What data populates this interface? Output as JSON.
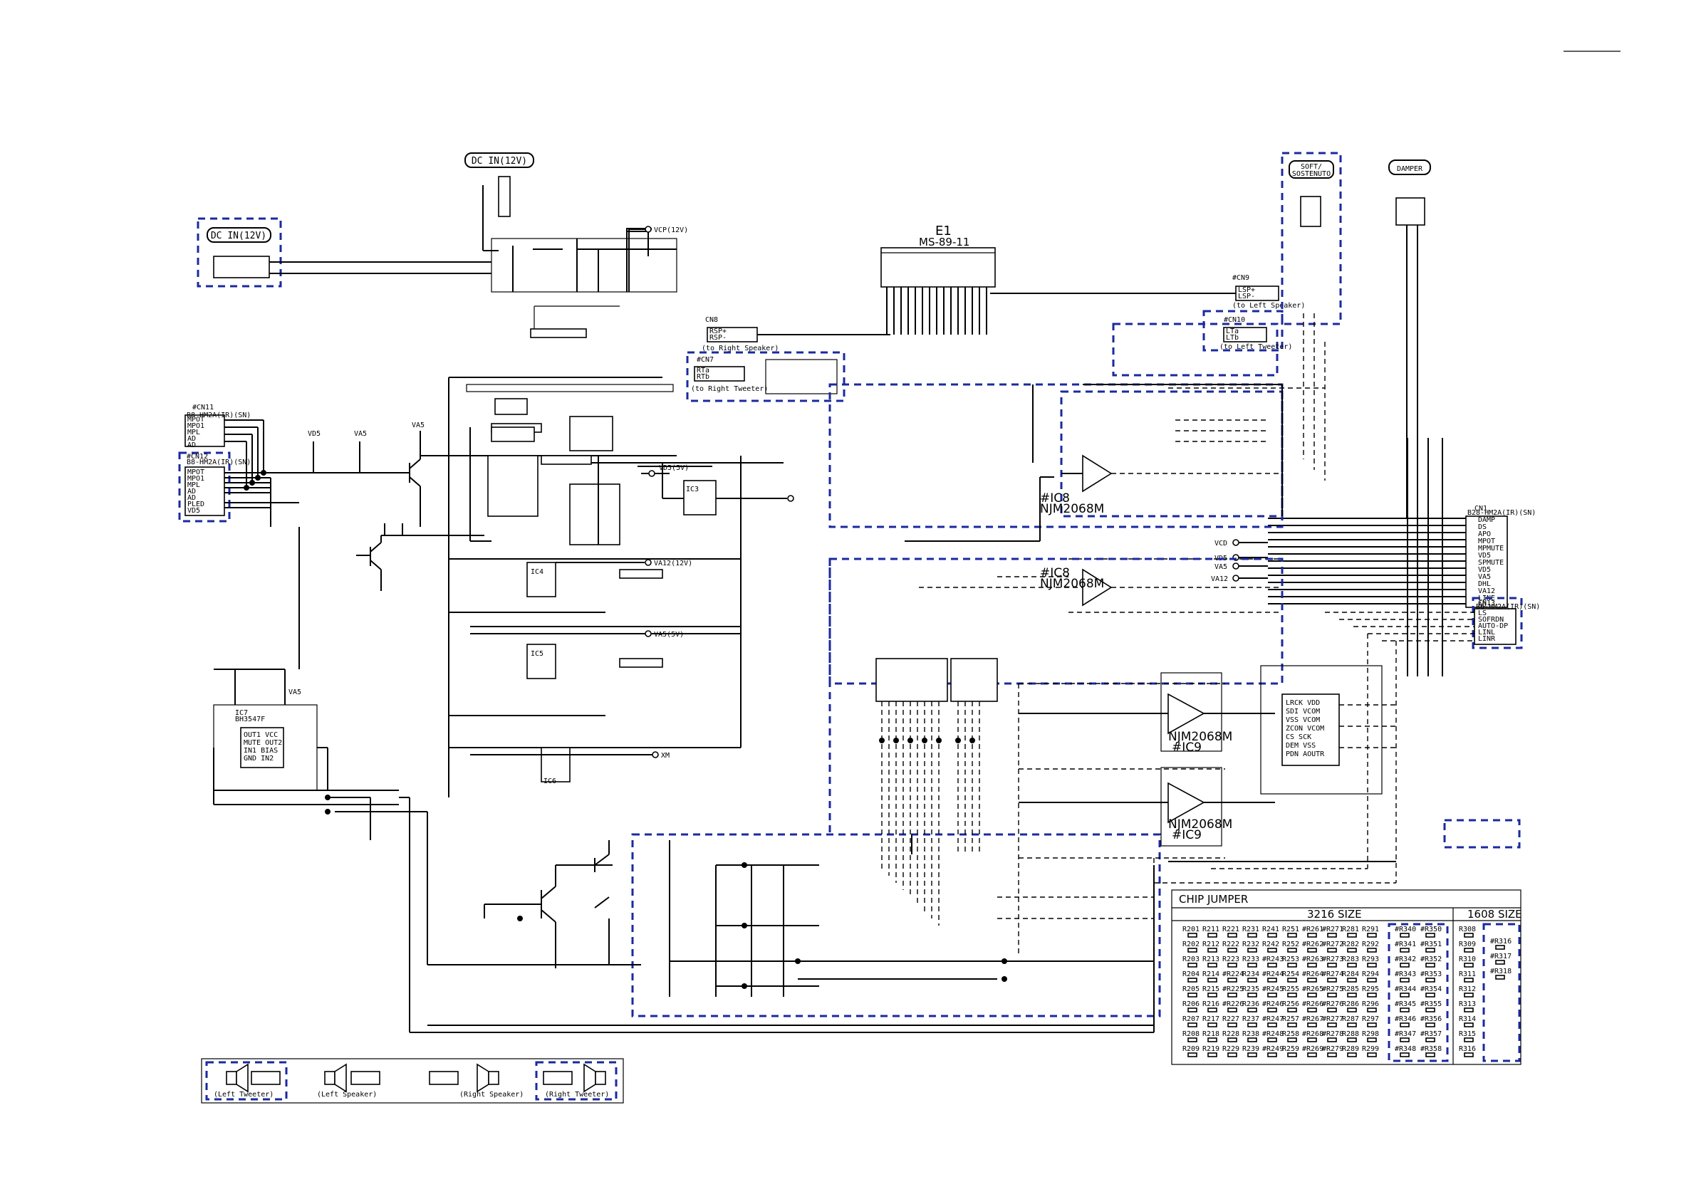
{
  "labels": {
    "dc_in_top": "DC IN(12V)",
    "dc_in_box": "DC IN(12V)",
    "soft_sostenuto": "SOFT/\nSOSTENUTO",
    "damper": "DAMPER",
    "e1": "E1",
    "ms_89": "MS-89-11",
    "ic8_top": "#IC8",
    "njm_top": "NJM2068M",
    "ic8_mid": "#IC8",
    "njm_mid": "NJM2068M",
    "ic9_a": "#IC9",
    "njm_a": "NJM2068M",
    "ic9_b": "#IC9",
    "njm_b": "NJM2068M",
    "chip_jumper": "CHIP JUMPER",
    "size_3216": "3216 SIZE",
    "size_1608": "1608 SIZE",
    "left_tweeter": "(Left Tweeter)",
    "left_speaker": "(Left Speaker)",
    "right_speaker": "(Right Speaker)",
    "right_tweeter": "(Right Tweeter)",
    "to_right_speaker": "(to Right Speaker)",
    "to_right_tweeter": "(to Right Tweeter)",
    "to_left_speaker": "(to Left Speaker)",
    "to_left_tweeter": "(to Left Tweeter)",
    "vcp_12v": "VCP(12V)",
    "vd5_5v": "VD5(5V)",
    "va12_12v": "VA12(12V)",
    "va5_5v": "VA5(5V)",
    "vcd_net": "VCD",
    "va5_net": "VA5",
    "vd5_net": "VD5",
    "va12_net": "VA12",
    "vd5_net2": "VD5",
    "va5_net2": "VA5",
    "xm": "XM",
    "va5_top": "VA5",
    "va5_left": "VA5",
    "vd5_left": "VD5",
    "va5_ic7": "VA5"
  },
  "connectors": {
    "cn11": {
      "name": "#CN11",
      "part": "B8-HM2A(IR)(SN)",
      "pins": [
        "MPOT",
        "MPO1",
        "MPL",
        "AD",
        "AD"
      ]
    },
    "cn12": {
      "name": "#CN12",
      "part": "B8-HM2A(IR)(SN)",
      "pins": [
        "MPOT",
        "MPO1",
        "MPL",
        "AD",
        "AD",
        "PLED",
        "VD5"
      ]
    },
    "cn1": {
      "name": "CN1",
      "part": "B28-HM2A(IR)(SN)",
      "pins": [
        "DAMP",
        "DS",
        "APO",
        "MPOT",
        "MPMUTE",
        "VD5",
        "SPMUTE",
        "VD5",
        "VA5",
        "DHL",
        "VA12",
        "LINE",
        "AD"
      ]
    },
    "cn13": {
      "name": "CN13",
      "part": "B6-HM2A(IR)(SN)",
      "pins": [
        "LS",
        "SOFRDN",
        "AUTO-DP",
        "LINL",
        "LINR"
      ]
    },
    "cn7": {
      "name": "#CN7",
      "pins": [
        "RTa",
        "RTb"
      ]
    },
    "cn8": {
      "name": "CN8",
      "pins": [
        "RSP+",
        "RSP-"
      ]
    },
    "cn9": {
      "name": "#CN9",
      "pins": [
        "LSP+",
        "LSP-"
      ]
    },
    "cn10": {
      "name": "#CN10",
      "pins": [
        "LTa",
        "LTb"
      ]
    }
  },
  "chip_jumper": {
    "cols_3216": [
      [
        "R201",
        "R202",
        "R203",
        "R204",
        "R205",
        "R206",
        "R207",
        "R208",
        "R209"
      ],
      [
        "R211",
        "R212",
        "R213",
        "R214",
        "R215",
        "R216",
        "R217",
        "R218",
        "R219"
      ],
      [
        "R221",
        "R222",
        "R223",
        "#R224",
        "#R225",
        "#R226",
        "R227",
        "R228",
        "R229"
      ],
      [
        "R231",
        "R232",
        "R233",
        "R234",
        "R235",
        "R236",
        "R237",
        "R238",
        "R239"
      ],
      [
        "R241",
        "R242",
        "#R243",
        "#R244",
        "#R245",
        "#R246",
        "#R247",
        "#R248",
        "#R249"
      ],
      [
        "R251",
        "R252",
        "R253",
        "R254",
        "R255",
        "R256",
        "R257",
        "R258",
        "R259"
      ],
      [
        "#R261",
        "#R262",
        "#R263",
        "#R264",
        "#R265",
        "#R266",
        "#R267",
        "#R268",
        "#R269"
      ],
      [
        "#R271",
        "#R272",
        "#R273",
        "#R274",
        "#R275",
        "#R276",
        "#R277",
        "#R278",
        "#R279"
      ],
      [
        "R281",
        "R282",
        "R283",
        "R284",
        "R285",
        "R286",
        "R287",
        "R288",
        "R289"
      ],
      [
        "R291",
        "R292",
        "R293",
        "R294",
        "R295",
        "R296",
        "R297",
        "R298",
        "R299"
      ]
    ],
    "cols_blue": [
      [
        "#R340",
        "#R341",
        "#R342",
        "#R343",
        "#R344",
        "#R345",
        "#R346",
        "#R347",
        "#R348"
      ],
      [
        "#R350",
        "#R351",
        "#R352",
        "#R353",
        "#R354",
        "#R355",
        "#R356",
        "#R357",
        "#R358"
      ]
    ],
    "cols_1608": [
      [
        "R308",
        "R309",
        "R310",
        "R311",
        "R312",
        "R313",
        "R314",
        "R315",
        "R316"
      ],
      [
        "#R316",
        "#R317",
        "#R318"
      ]
    ]
  }
}
